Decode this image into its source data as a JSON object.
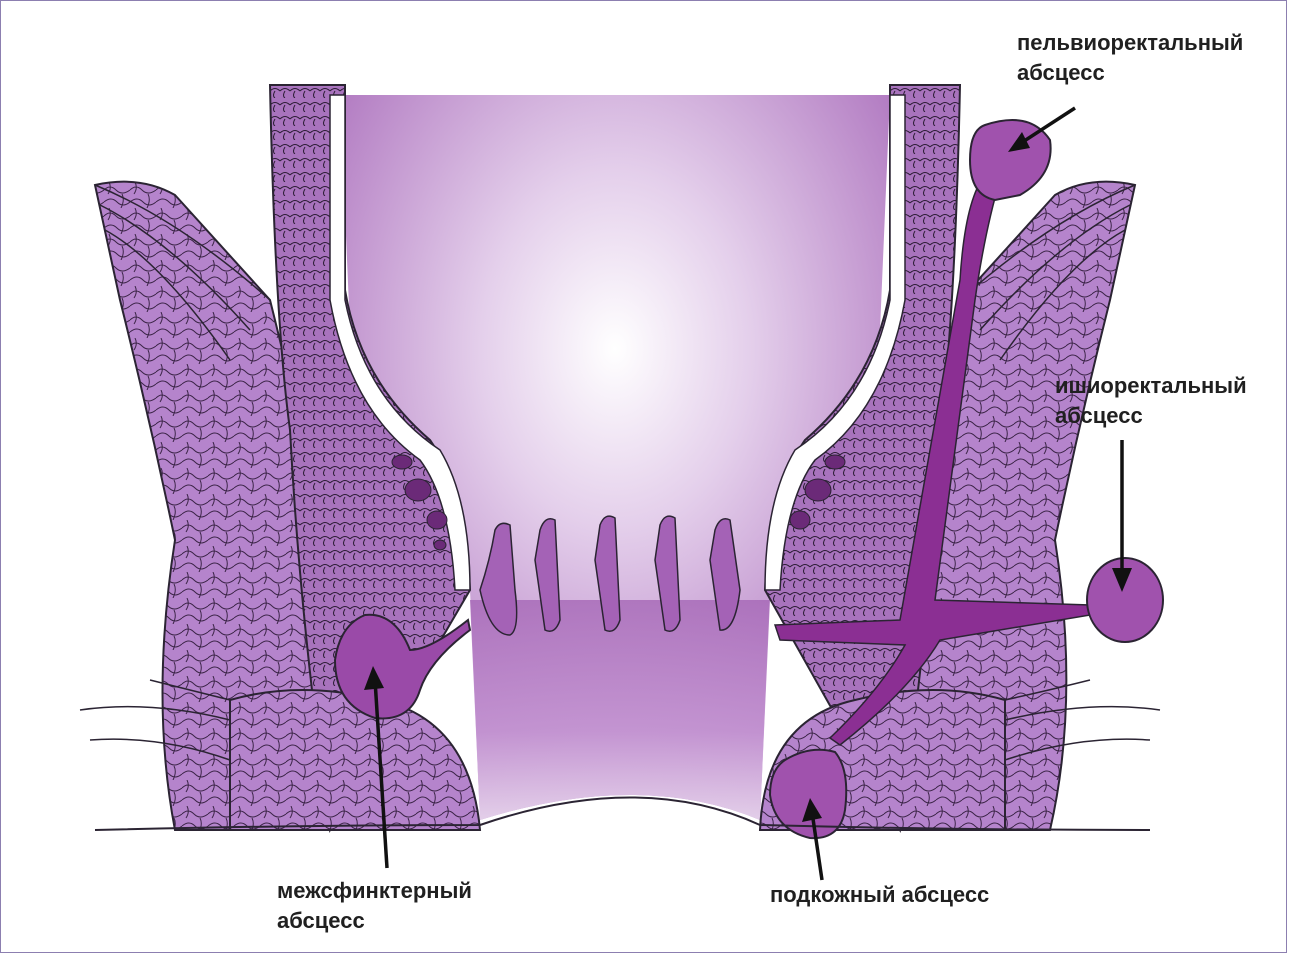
{
  "labels": {
    "pelvirectal": "пельвиоректальный\nабсцесс",
    "ischiorectal": "ишиоректальный\nабсцесс",
    "intersphincteric": "межсфинктерный\nабсцесс",
    "subcutaneous": "подкожный абсцесс"
  },
  "colors": {
    "tissue": "#b98ad0",
    "muscle_dark": "#8e5aa8",
    "abscess": "#8b2f93",
    "lumen": "#a768b9",
    "outline": "#2b2433"
  }
}
